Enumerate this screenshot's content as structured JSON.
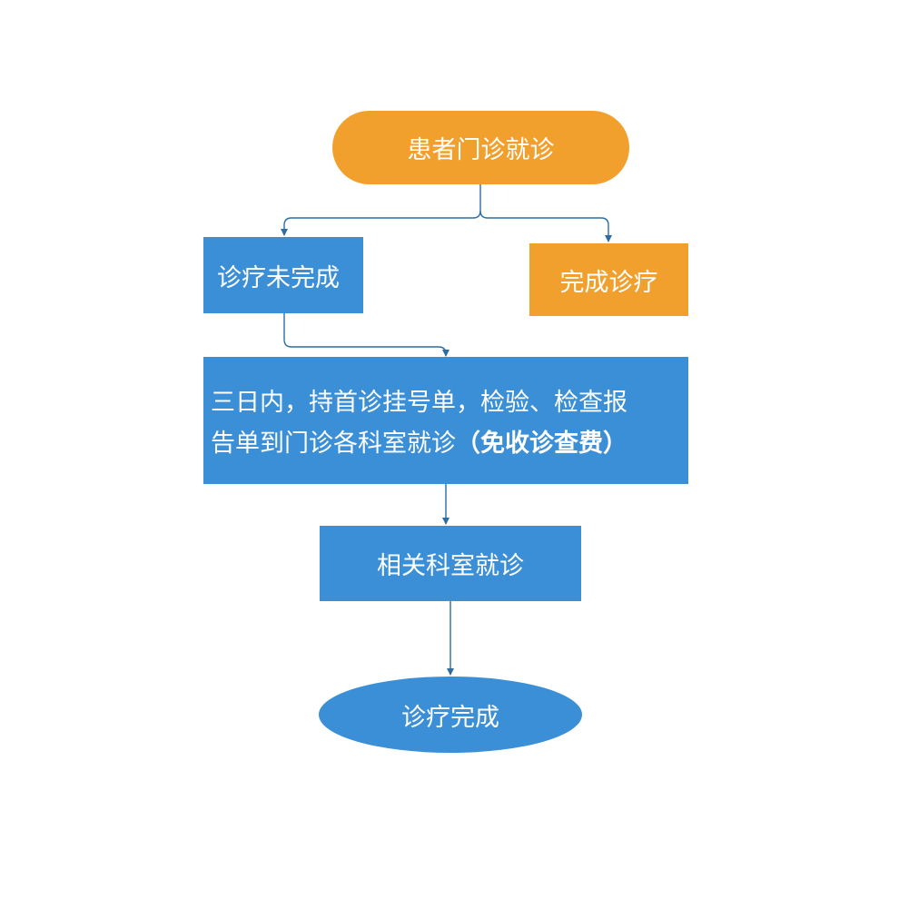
{
  "nodes": {
    "start": "患者门诊就诊",
    "unfinished": "诊疗未完成",
    "finished": "完成诊疗",
    "rule_line1": "三日内，持首诊挂号单，检验、检查报",
    "rule_line2": "告单到门诊各科室就诊",
    "rule_line2_bold": "（免收诊查费）",
    "department": "相关科室就诊",
    "end": "诊疗完成"
  },
  "colors": {
    "orange": "#f1a02e",
    "blue": "#3b8fd6",
    "connector": "#2e6da4"
  }
}
